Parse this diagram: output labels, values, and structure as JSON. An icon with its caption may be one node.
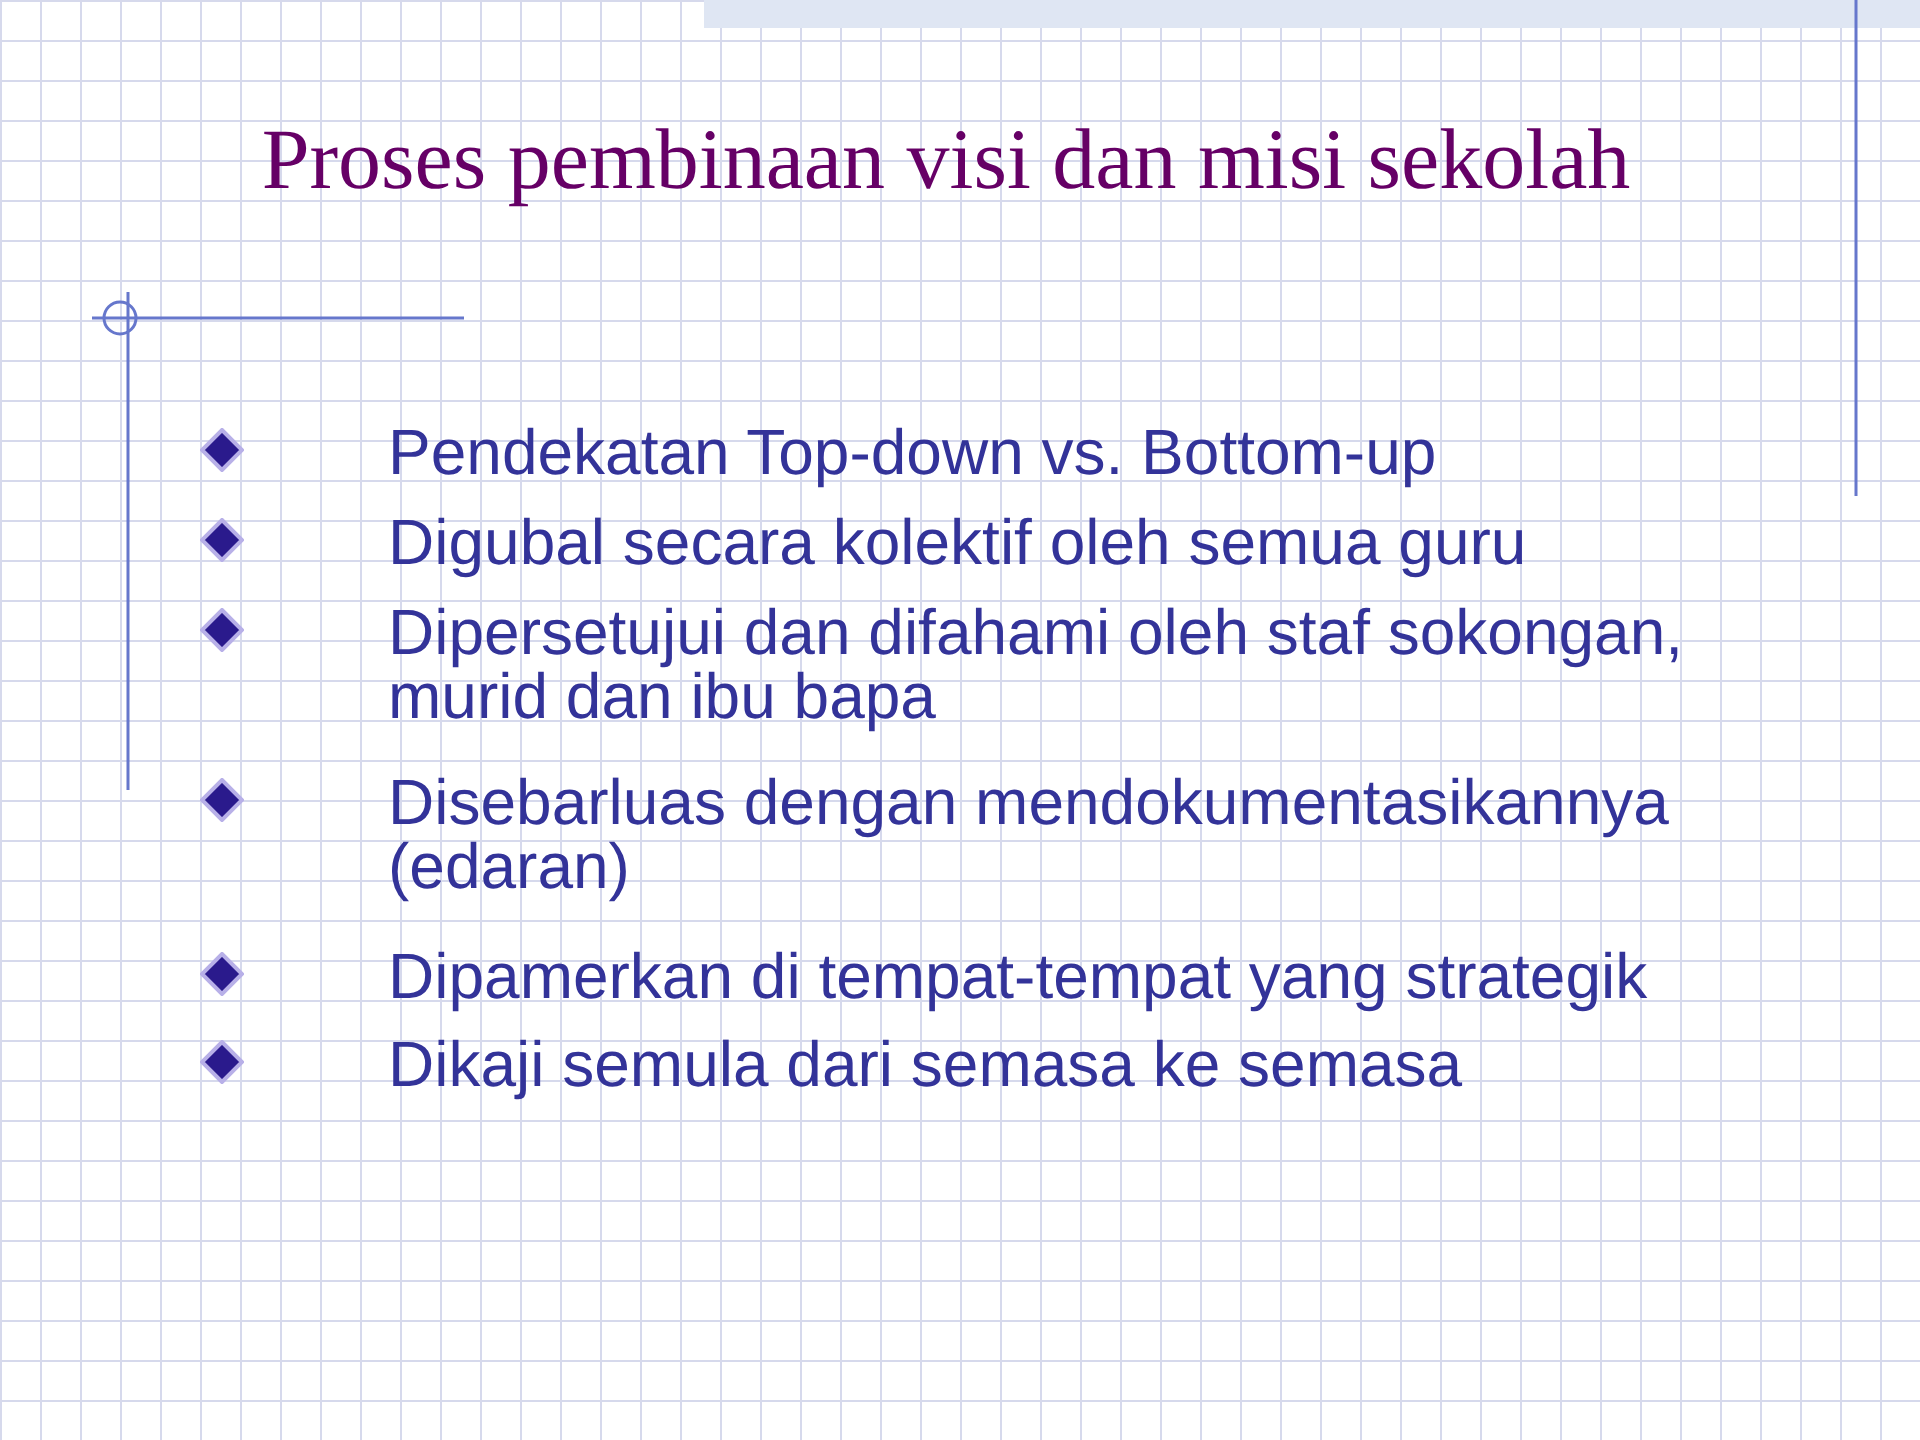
{
  "diagram": {
    "title": "Proses pembinaan visi dan misi sekolah",
    "labels": [
      "Pendekatan Top-down vs. Bottom-up",
      "Digubal secara kolektif oleh semua guru",
      "Dipersetujui dan difahami oleh staf sokongan, murid dan ibu bapa",
      "Disebarluas dengan mendokumentasikannya (edaran)",
      "Dipamerkan di tempat-tempat yang strategik",
      "Dikaji semula dari semasa ke semasa"
    ]
  }
}
